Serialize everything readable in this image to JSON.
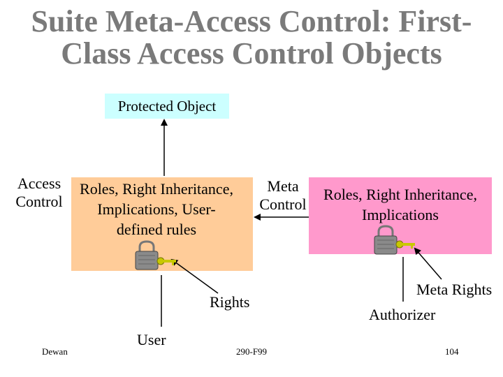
{
  "title": "Suite Meta-Access Control: First-Class Access Control Objects",
  "title_lines": [
    "Suite Meta-Access Control: First-",
    "Class Access Control Objects"
  ],
  "protected_object": "Protected Object",
  "access_control_label": [
    "Access",
    "Control"
  ],
  "access_control_text": [
    "Roles, Right Inheritance,",
    "Implications, User-",
    "defined rules"
  ],
  "meta_control_label": [
    "Meta",
    "Control"
  ],
  "meta_box_text": [
    "Roles, Right Inheritance,",
    "Implications"
  ],
  "rights_label": "Rights",
  "user_label": "User",
  "meta_rights_label": "Meta Rights",
  "authorizer_label": "Authorizer",
  "footer": {
    "left": "Dewan",
    "center": "290-F99",
    "right": "104"
  },
  "colors": {
    "title": "#7a7a7a",
    "protected_object_fill": "#ccffff",
    "access_control_fill": "#ffcc99",
    "meta_control_fill": "#ff99cc"
  }
}
